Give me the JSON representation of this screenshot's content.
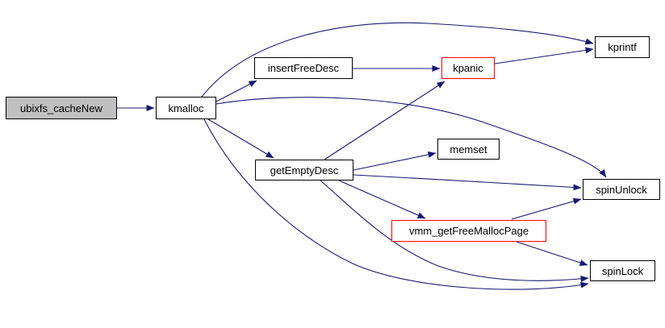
{
  "diagram": {
    "type": "call-graph",
    "root_function": "ubixfs_cacheNew",
    "nodes": [
      {
        "id": "ubixfs_cacheNew",
        "label": "ubixfs_cacheNew",
        "style": "root"
      },
      {
        "id": "kmalloc",
        "label": "kmalloc",
        "style": "normal"
      },
      {
        "id": "insertFreeDesc",
        "label": "insertFreeDesc",
        "style": "normal"
      },
      {
        "id": "kpanic",
        "label": "kpanic",
        "style": "red"
      },
      {
        "id": "kprintf",
        "label": "kprintf",
        "style": "normal"
      },
      {
        "id": "getEmptyDesc",
        "label": "getEmptyDesc",
        "style": "normal"
      },
      {
        "id": "memset",
        "label": "memset",
        "style": "normal"
      },
      {
        "id": "spinUnlock",
        "label": "spinUnlock",
        "style": "normal"
      },
      {
        "id": "vmm_getFreeMallocPage",
        "label": "vmm_getFreeMallocPage",
        "style": "red"
      },
      {
        "id": "spinLock",
        "label": "spinLock",
        "style": "normal"
      }
    ],
    "edges": [
      {
        "from": "ubixfs_cacheNew",
        "to": "kmalloc"
      },
      {
        "from": "kmalloc",
        "to": "insertFreeDesc"
      },
      {
        "from": "kmalloc",
        "to": "kprintf"
      },
      {
        "from": "kmalloc",
        "to": "spinUnlock"
      },
      {
        "from": "kmalloc",
        "to": "getEmptyDesc"
      },
      {
        "from": "kmalloc",
        "to": "spinLock"
      },
      {
        "from": "insertFreeDesc",
        "to": "kpanic"
      },
      {
        "from": "kpanic",
        "to": "kprintf"
      },
      {
        "from": "getEmptyDesc",
        "to": "kpanic"
      },
      {
        "from": "getEmptyDesc",
        "to": "memset"
      },
      {
        "from": "getEmptyDesc",
        "to": "spinUnlock"
      },
      {
        "from": "getEmptyDesc",
        "to": "vmm_getFreeMallocPage"
      },
      {
        "from": "getEmptyDesc",
        "to": "spinLock"
      },
      {
        "from": "vmm_getFreeMallocPage",
        "to": "spinUnlock"
      },
      {
        "from": "vmm_getFreeMallocPage",
        "to": "spinLock"
      }
    ]
  },
  "colors": {
    "edge": "#191970",
    "node_border": "#000000",
    "highlight_border": "#ff0000",
    "root_fill": "#c0c0c0",
    "text": "#000000",
    "bg": "#ffffff"
  }
}
